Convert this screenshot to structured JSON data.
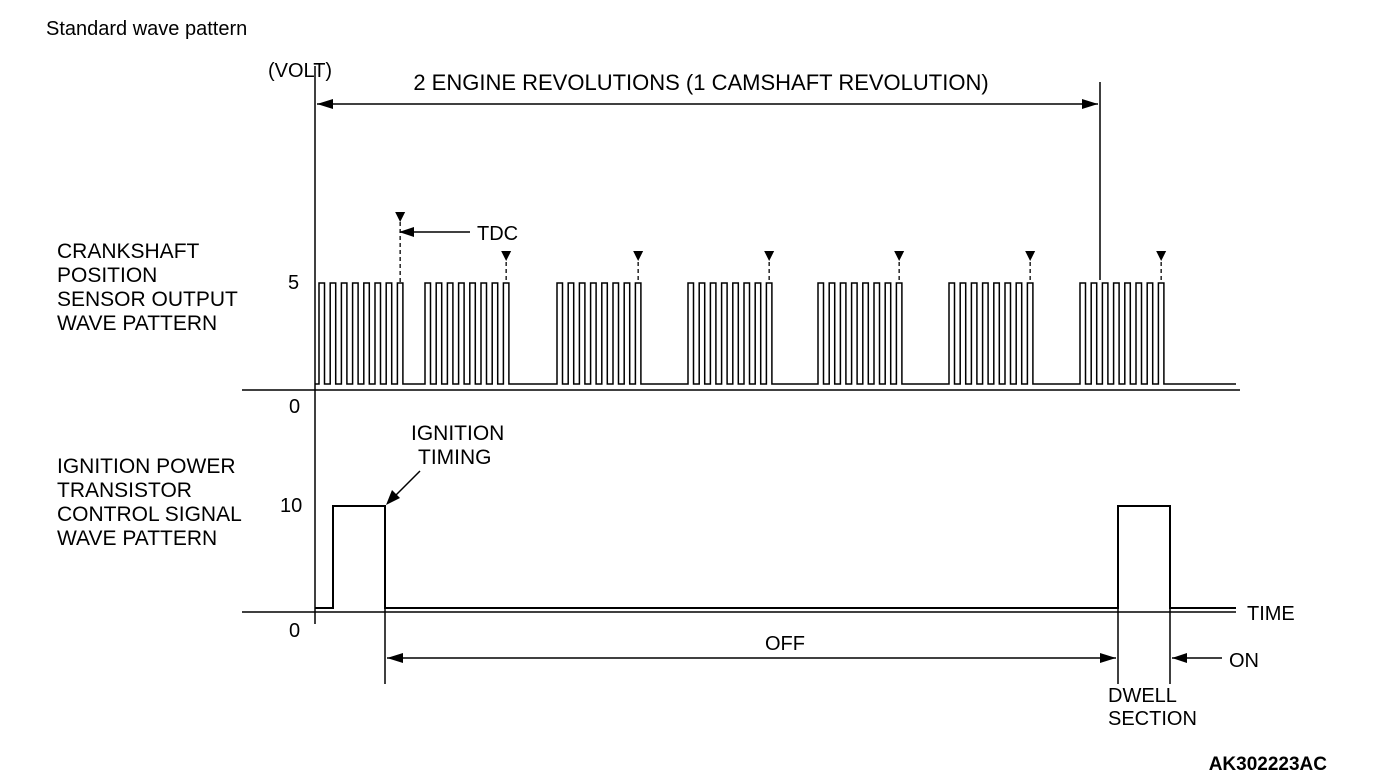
{
  "page": {
    "title": "Standard wave pattern",
    "figure_id": "AK302223AC"
  },
  "axis": {
    "unit_label": "(VOLT)",
    "crank_high": "5",
    "crank_zero": "0",
    "ign_high": "10",
    "ign_zero": "0",
    "time_label": "TIME"
  },
  "labels": {
    "span": "2 ENGINE REVOLUTIONS (1 CAMSHAFT REVOLUTION)",
    "tdc": "TDC",
    "crank": [
      "CRANKSHAFT",
      "POSITION",
      "SENSOR OUTPUT",
      "WAVE PATTERN"
    ],
    "ign": [
      "IGNITION POWER",
      "TRANSISTOR",
      "CONTROL SIGNAL",
      "WAVE PATTERN"
    ],
    "ign_timing": [
      "IGNITION",
      "TIMING"
    ],
    "off": "OFF",
    "on": "ON",
    "dwell": [
      "DWELL",
      "SECTION"
    ]
  },
  "chart_data": [
    {
      "type": "line",
      "name": "CRANKSHAFT POSITION SENSOR OUTPUT WAVE PATTERN",
      "ylabel": "(VOLT)",
      "y_ticks": [
        0,
        5
      ],
      "groups": 7,
      "pulses_per_group": 8,
      "missing_tooth_gap_groups": [
        2,
        5
      ],
      "tdc_marker_pulse_index": 7,
      "low_v": 0,
      "high_v": 5
    },
    {
      "type": "line",
      "name": "IGNITION POWER TRANSISTOR CONTROL SIGNAL WAVE PATTERN",
      "ylabel": "(VOLT)",
      "xlabel": "TIME",
      "y_ticks": [
        0,
        10
      ],
      "pulses": 2,
      "high_v": 10,
      "low_v": 0
    }
  ]
}
